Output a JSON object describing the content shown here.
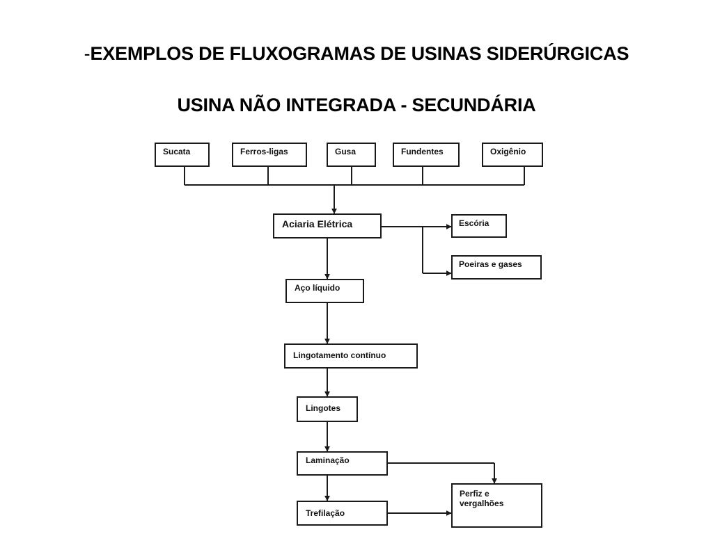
{
  "slide": {
    "title_dash": "-",
    "title": "EXEMPLOS DE FLUXOGRAMAS DE USINAS SIDERÚRGICAS",
    "subtitle": "USINA NÃO INTEGRADA - SECUNDÁRIA"
  },
  "diagram": {
    "inputs": [
      "Sucata",
      "Ferros-ligas",
      "Gusa",
      "Fundentes",
      "Oxigênio"
    ],
    "process": "Aciaria Elétrica",
    "byproducts": [
      "Escória",
      "Poeiras e gases"
    ],
    "steps": [
      "Aço líquido",
      "Lingotamento contínuo",
      "Lingotes",
      "Laminação",
      "Trefilação"
    ],
    "product": "Perfiz     e\nvergalhões"
  },
  "colors": {
    "stroke": "#1a1a1a",
    "background": "#ffffff"
  }
}
